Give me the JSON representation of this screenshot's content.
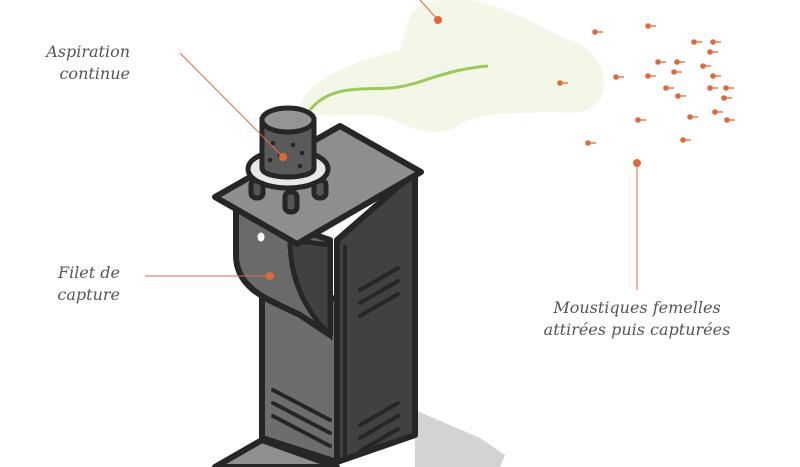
{
  "labels": {
    "aspiration": [
      "Aspiration",
      "continue"
    ],
    "filet": [
      "Filet de",
      "capture"
    ],
    "moustiques": [
      "Moustiques femelles",
      "attirées puis capturées"
    ]
  },
  "colors": {
    "accent": "#e0693a",
    "outline": "#252625",
    "cloud": "#f3f7e8",
    "plume": "#9bc95a",
    "shadow": "#d3d3d1"
  }
}
